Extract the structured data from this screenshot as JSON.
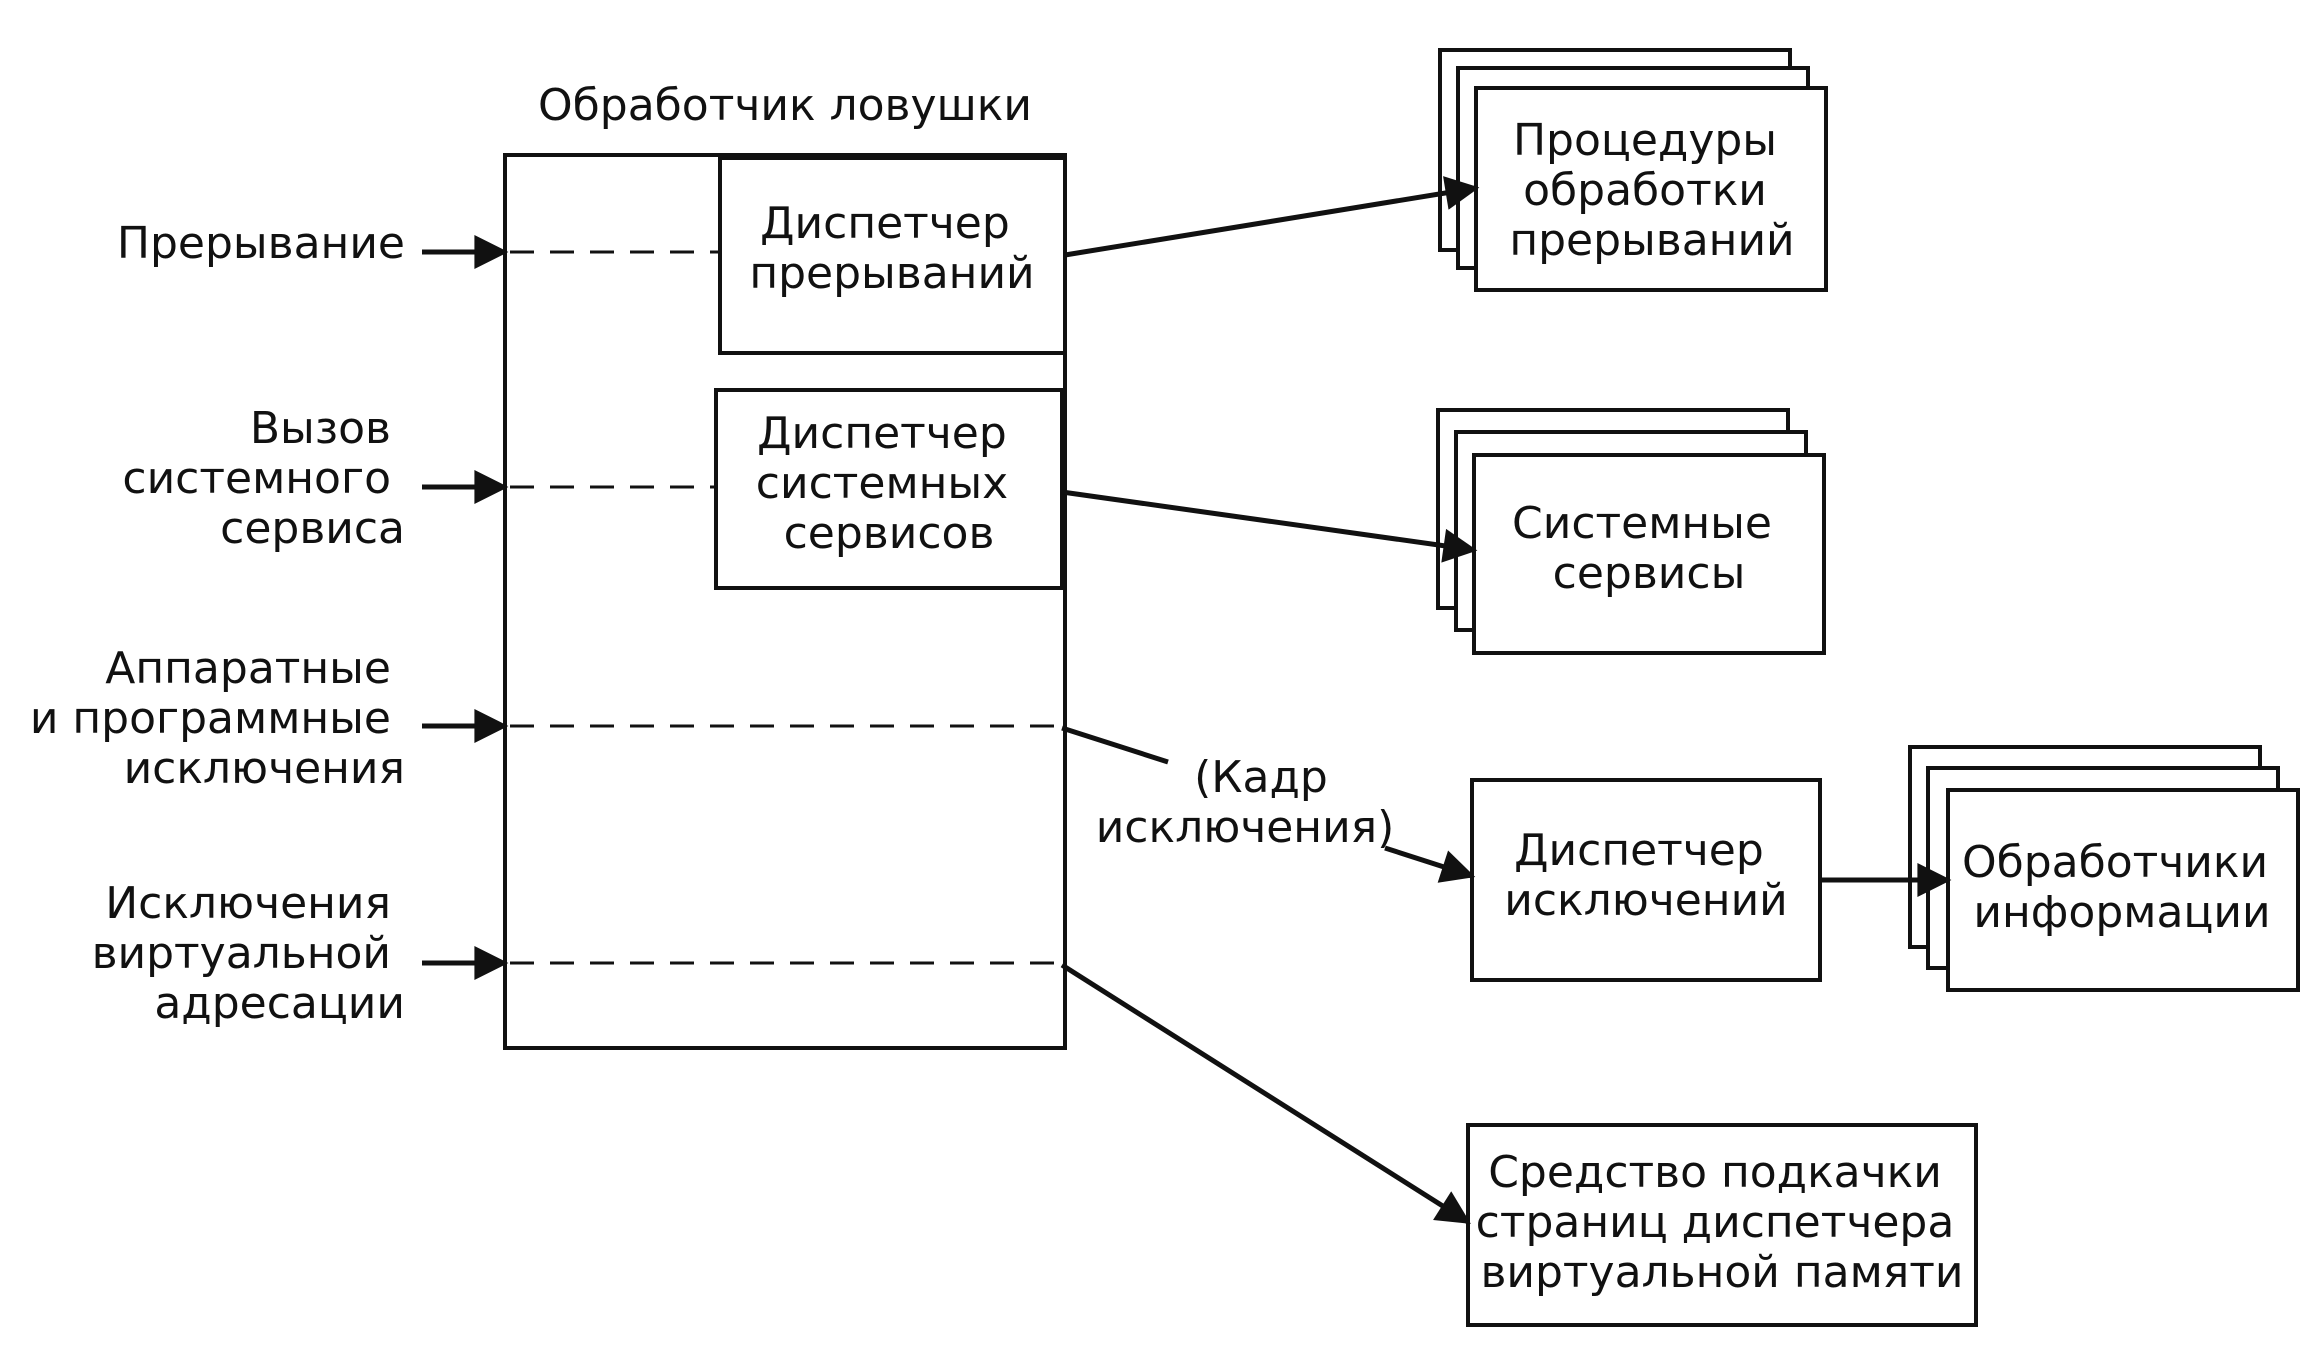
{
  "diagram": {
    "trap_handler_title": "Обработчик ловушки",
    "inputs": {
      "interrupt": [
        "Прерывание"
      ],
      "system_service_call": [
        "Вызов",
        "системного",
        "сервиса"
      ],
      "hw_sw_exceptions": [
        "Аппаратные",
        "и программные",
        "исключения"
      ],
      "virtual_address_exceptions": [
        "Исключения",
        "виртуальной",
        "адресации"
      ]
    },
    "inner_boxes": {
      "interrupt_dispatcher": [
        "Диспетчер",
        "прерываний"
      ],
      "system_service_dispatcher": [
        "Диспетчер",
        "системных",
        "сервисов"
      ]
    },
    "exception_frame_label": [
      "(Кадр",
      "исключения)"
    ],
    "outputs": {
      "interrupt_service_routines": [
        "Процедуры",
        "обработки",
        "прерываний"
      ],
      "system_services": [
        "Системные",
        "сервисы"
      ],
      "exception_dispatcher": [
        "Диспетчер",
        "исключений"
      ],
      "exception_handlers": [
        "Обработчики",
        "информации"
      ],
      "vm_pager": [
        "Средство подкачки",
        "страниц диспетчера",
        "виртуальной памяти"
      ]
    }
  }
}
